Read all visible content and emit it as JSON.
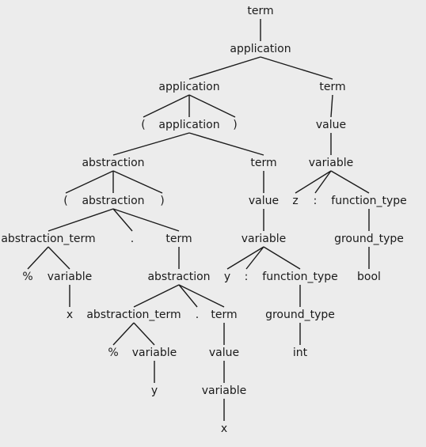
{
  "tree": {
    "label": "term",
    "children": [
      {
        "label": "application",
        "children": [
          {
            "label": "application",
            "children": [
              {
                "label": "("
              },
              {
                "label": "application",
                "children": [
                  {
                    "label": "abstraction",
                    "children": [
                      {
                        "label": "("
                      },
                      {
                        "label": "abstraction",
                        "children": [
                          {
                            "label": "abstraction_term",
                            "children": [
                              {
                                "label": "%"
                              },
                              {
                                "label": "variable",
                                "children": [
                                  {
                                    "label": "x"
                                  }
                                ]
                              }
                            ]
                          },
                          {
                            "label": "."
                          },
                          {
                            "label": "term",
                            "children": [
                              {
                                "label": "abstraction",
                                "children": [
                                  {
                                    "label": "abstraction_term",
                                    "children": [
                                      {
                                        "label": "%"
                                      },
                                      {
                                        "label": "variable",
                                        "children": [
                                          {
                                            "label": "y"
                                          }
                                        ]
                                      }
                                    ]
                                  },
                                  {
                                    "label": "."
                                  },
                                  {
                                    "label": "term",
                                    "children": [
                                      {
                                        "label": "value",
                                        "children": [
                                          {
                                            "label": "variable",
                                            "children": [
                                              {
                                                "label": "x"
                                              }
                                            ]
                                          }
                                        ]
                                      }
                                    ]
                                  }
                                ]
                              }
                            ]
                          }
                        ]
                      },
                      {
                        "label": ")"
                      }
                    ]
                  },
                  {
                    "label": "term",
                    "children": [
                      {
                        "label": "value",
                        "children": [
                          {
                            "label": "variable",
                            "children": [
                              {
                                "label": "y"
                              },
                              {
                                "label": ":"
                              },
                              {
                                "label": "function_type",
                                "children": [
                                  {
                                    "label": "ground_type",
                                    "children": [
                                      {
                                        "label": "int"
                                      }
                                    ]
                                  }
                                ]
                              }
                            ]
                          }
                        ]
                      }
                    ]
                  }
                ]
              },
              {
                "label": ")"
              }
            ]
          },
          {
            "label": "term",
            "children": [
              {
                "label": "value",
                "children": [
                  {
                    "label": "variable",
                    "children": [
                      {
                        "label": "z"
                      },
                      {
                        "label": ":"
                      },
                      {
                        "label": "function_type",
                        "children": [
                          {
                            "label": "ground_type",
                            "children": [
                              {
                                "label": "bool"
                              }
                            ]
                          }
                        ]
                      }
                    ]
                  }
                ]
              }
            ]
          }
        ]
      }
    ]
  }
}
